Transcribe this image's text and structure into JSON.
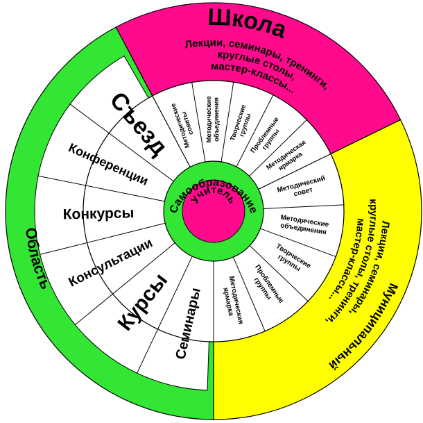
{
  "colors": {
    "school": "#ff0a8c",
    "municipal": "#ffff00",
    "region": "#33e633",
    "inner_ring": "#33e633",
    "hub": "#ff0a8c",
    "segment_fill": "#ffffff",
    "outline": "#000000"
  },
  "outer_ring": {
    "school": {
      "title": "Школа",
      "subtitle_lines": [
        "Лекции, семинары, тренинги,",
        "круглые столы,",
        "мастер-классы..."
      ]
    },
    "municipal": {
      "title": "Муниципальный",
      "subtitle_lines": [
        "Лекции, семинары,",
        "круглые столы, тренинги,",
        "мастер-классы..."
      ]
    },
    "region": {
      "title": "Область"
    }
  },
  "school_segments": [
    {
      "lines": [
        "Методические",
        "советы"
      ]
    },
    {
      "lines": [
        "Методические",
        "объединения"
      ]
    },
    {
      "lines": [
        "Творческие",
        "группы"
      ]
    },
    {
      "lines": [
        "Проблемные",
        "группы"
      ]
    },
    {
      "lines": [
        "Методическая",
        "ярмарка"
      ]
    }
  ],
  "municipal_segments": [
    {
      "lines": [
        "Методический",
        "совет"
      ]
    },
    {
      "lines": [
        "Методические",
        "объединения"
      ]
    },
    {
      "lines": [
        "Творческие",
        "группы"
      ]
    },
    {
      "lines": [
        "Проблемные",
        "группы"
      ]
    },
    {
      "lines": [
        "Методическая",
        "ярмарка"
      ]
    }
  ],
  "region_segments": [
    {
      "lines": [
        "Семинары"
      ]
    },
    {
      "lines": [
        "Курсы"
      ]
    },
    {
      "lines": [
        "Консультации"
      ]
    },
    {
      "lines": [
        "Конкурсы"
      ]
    },
    {
      "lines": [
        "Конференции"
      ]
    },
    {
      "lines": [
        "Съезд"
      ]
    }
  ],
  "inner_ring": {
    "label": "Самообразование"
  },
  "center": {
    "label": "Учитель"
  }
}
